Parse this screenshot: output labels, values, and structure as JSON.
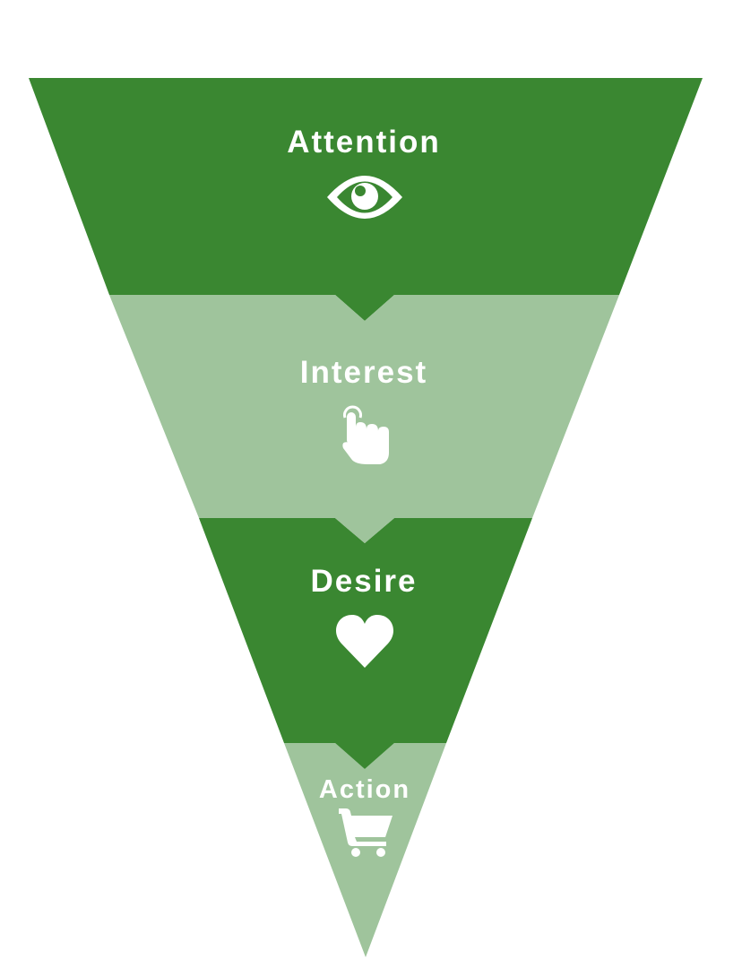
{
  "funnel": {
    "colors": {
      "dark": "#3a8731",
      "light": "#9fc49c",
      "icon": "#ffffff"
    },
    "stages": [
      {
        "label": "Attention",
        "icon": "eye-icon"
      },
      {
        "label": "Interest",
        "icon": "pointing-hand-icon"
      },
      {
        "label": "Desire",
        "icon": "heart-icon"
      },
      {
        "label": "Action",
        "icon": "shopping-cart-icon"
      }
    ]
  }
}
